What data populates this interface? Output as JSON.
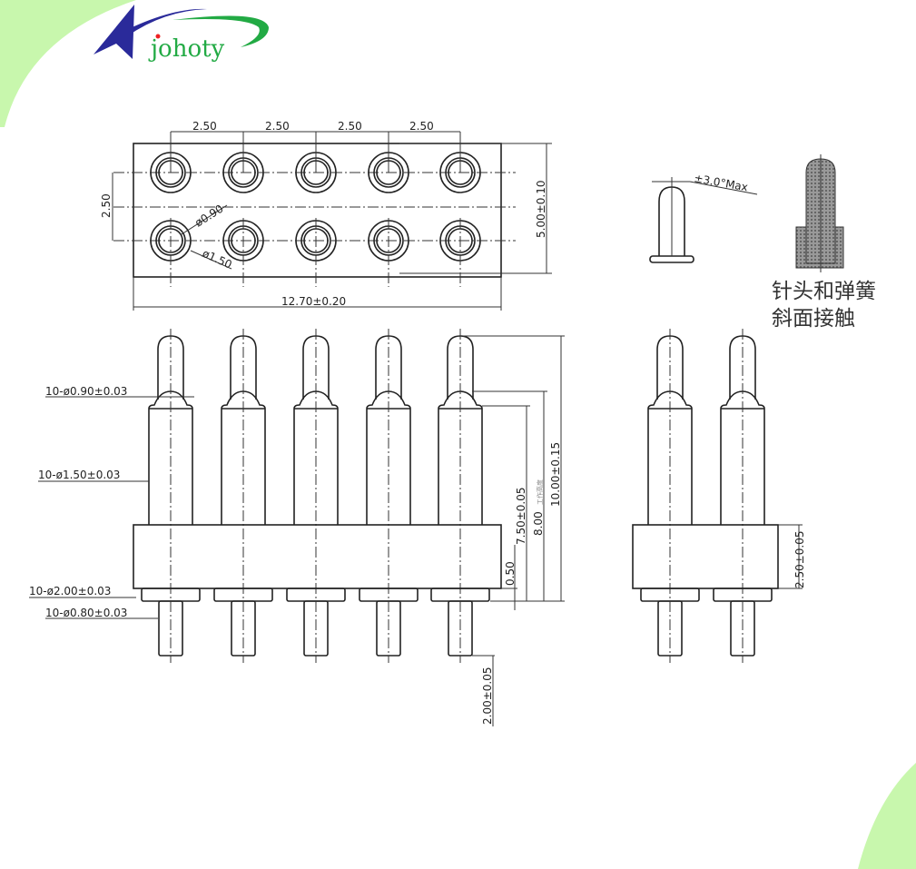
{
  "brand": {
    "name": "johoty",
    "colors": {
      "blue": "#2a2a9a",
      "green": "#22aa44",
      "corner": "#c8f7ad"
    }
  },
  "top_view": {
    "pitch_labels": [
      "2.50",
      "2.50",
      "2.50",
      "2.50"
    ],
    "row_pitch": "2.50",
    "height": "5.00±0.10",
    "width": "12.70±0.20",
    "inner_dia": "ø0.90",
    "outer_dia": "ø1.50"
  },
  "front_view": {
    "tip_dia": "10-ø0.90±0.03",
    "barrel_dia": "10-ø1.50±0.03",
    "flange_dia": "10-ø2.00±0.03",
    "tail_dia": "10-ø0.80±0.03",
    "dim_750": "7.50±0.05",
    "dim_800": "8.00",
    "dim_800_note": "工作高度",
    "dim_1000": "10.00±0.15",
    "dim_050": "0.50",
    "dim_200": "2.00±0.05"
  },
  "side_view": {
    "body_height": "2.50±0.05"
  },
  "detail": {
    "tilt": "±3.0°Max",
    "note_line1": "针头和弹簧",
    "note_line2": "斜面接触"
  }
}
